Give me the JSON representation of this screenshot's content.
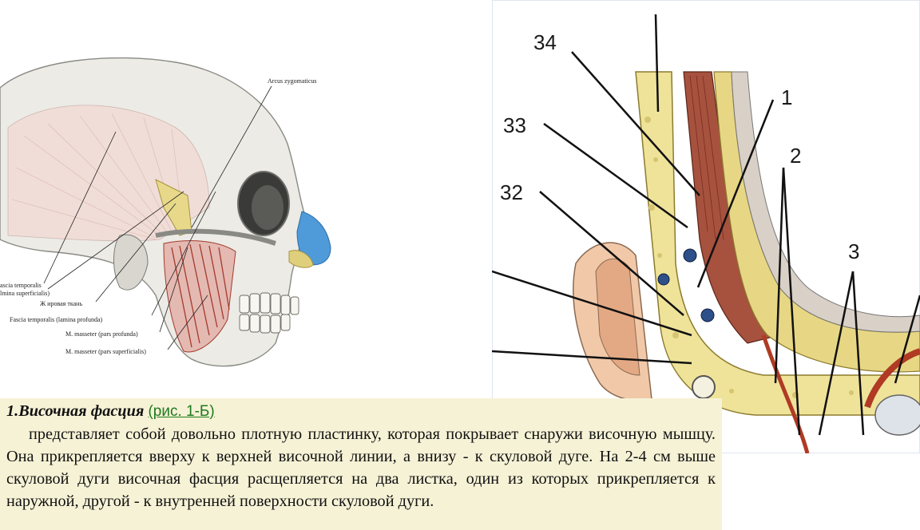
{
  "left_figure": {
    "labels": {
      "arcus": "Arcus zygomaticus",
      "fascia_sup_1": "ascia temporalis",
      "fascia_sup_2": "lmina superficialis)",
      "fat": "Ж ировая ткань",
      "fascia_prof": "Fascia temporalis (lamina profunda)",
      "masseter_prof": "M. masseter (pars profunda)",
      "masseter_sup": "M. masseter (pars superficialis)"
    }
  },
  "right_figure": {
    "numbers": {
      "n34": "34",
      "n33": "33",
      "n32": "32",
      "n1": "1",
      "n2": "2",
      "n3": "3"
    }
  },
  "text": {
    "title": "1.Височная фасция",
    "link": "(рис. 1-Б)",
    "paragraph": "представляет собой довольно плотную пластинку, которая покрывает снаружи височную мышцу. Она прикрепляется вверху к верхней височной линии, а внизу - к скуловой дуге. На 2-4 см выше скуловой дуги височная фасция расщепляется на два листка, один из которых прикрепляется к наружной, другой - к внутренней поверхности скуловой дуги."
  },
  "colors": {
    "text_bg": "#f6f2d6",
    "link": "#1f7a1f",
    "muscle_red": "#a33a2c",
    "fat_yellow": "#e8d98a",
    "nasal_blue": "#4f9ad9"
  }
}
